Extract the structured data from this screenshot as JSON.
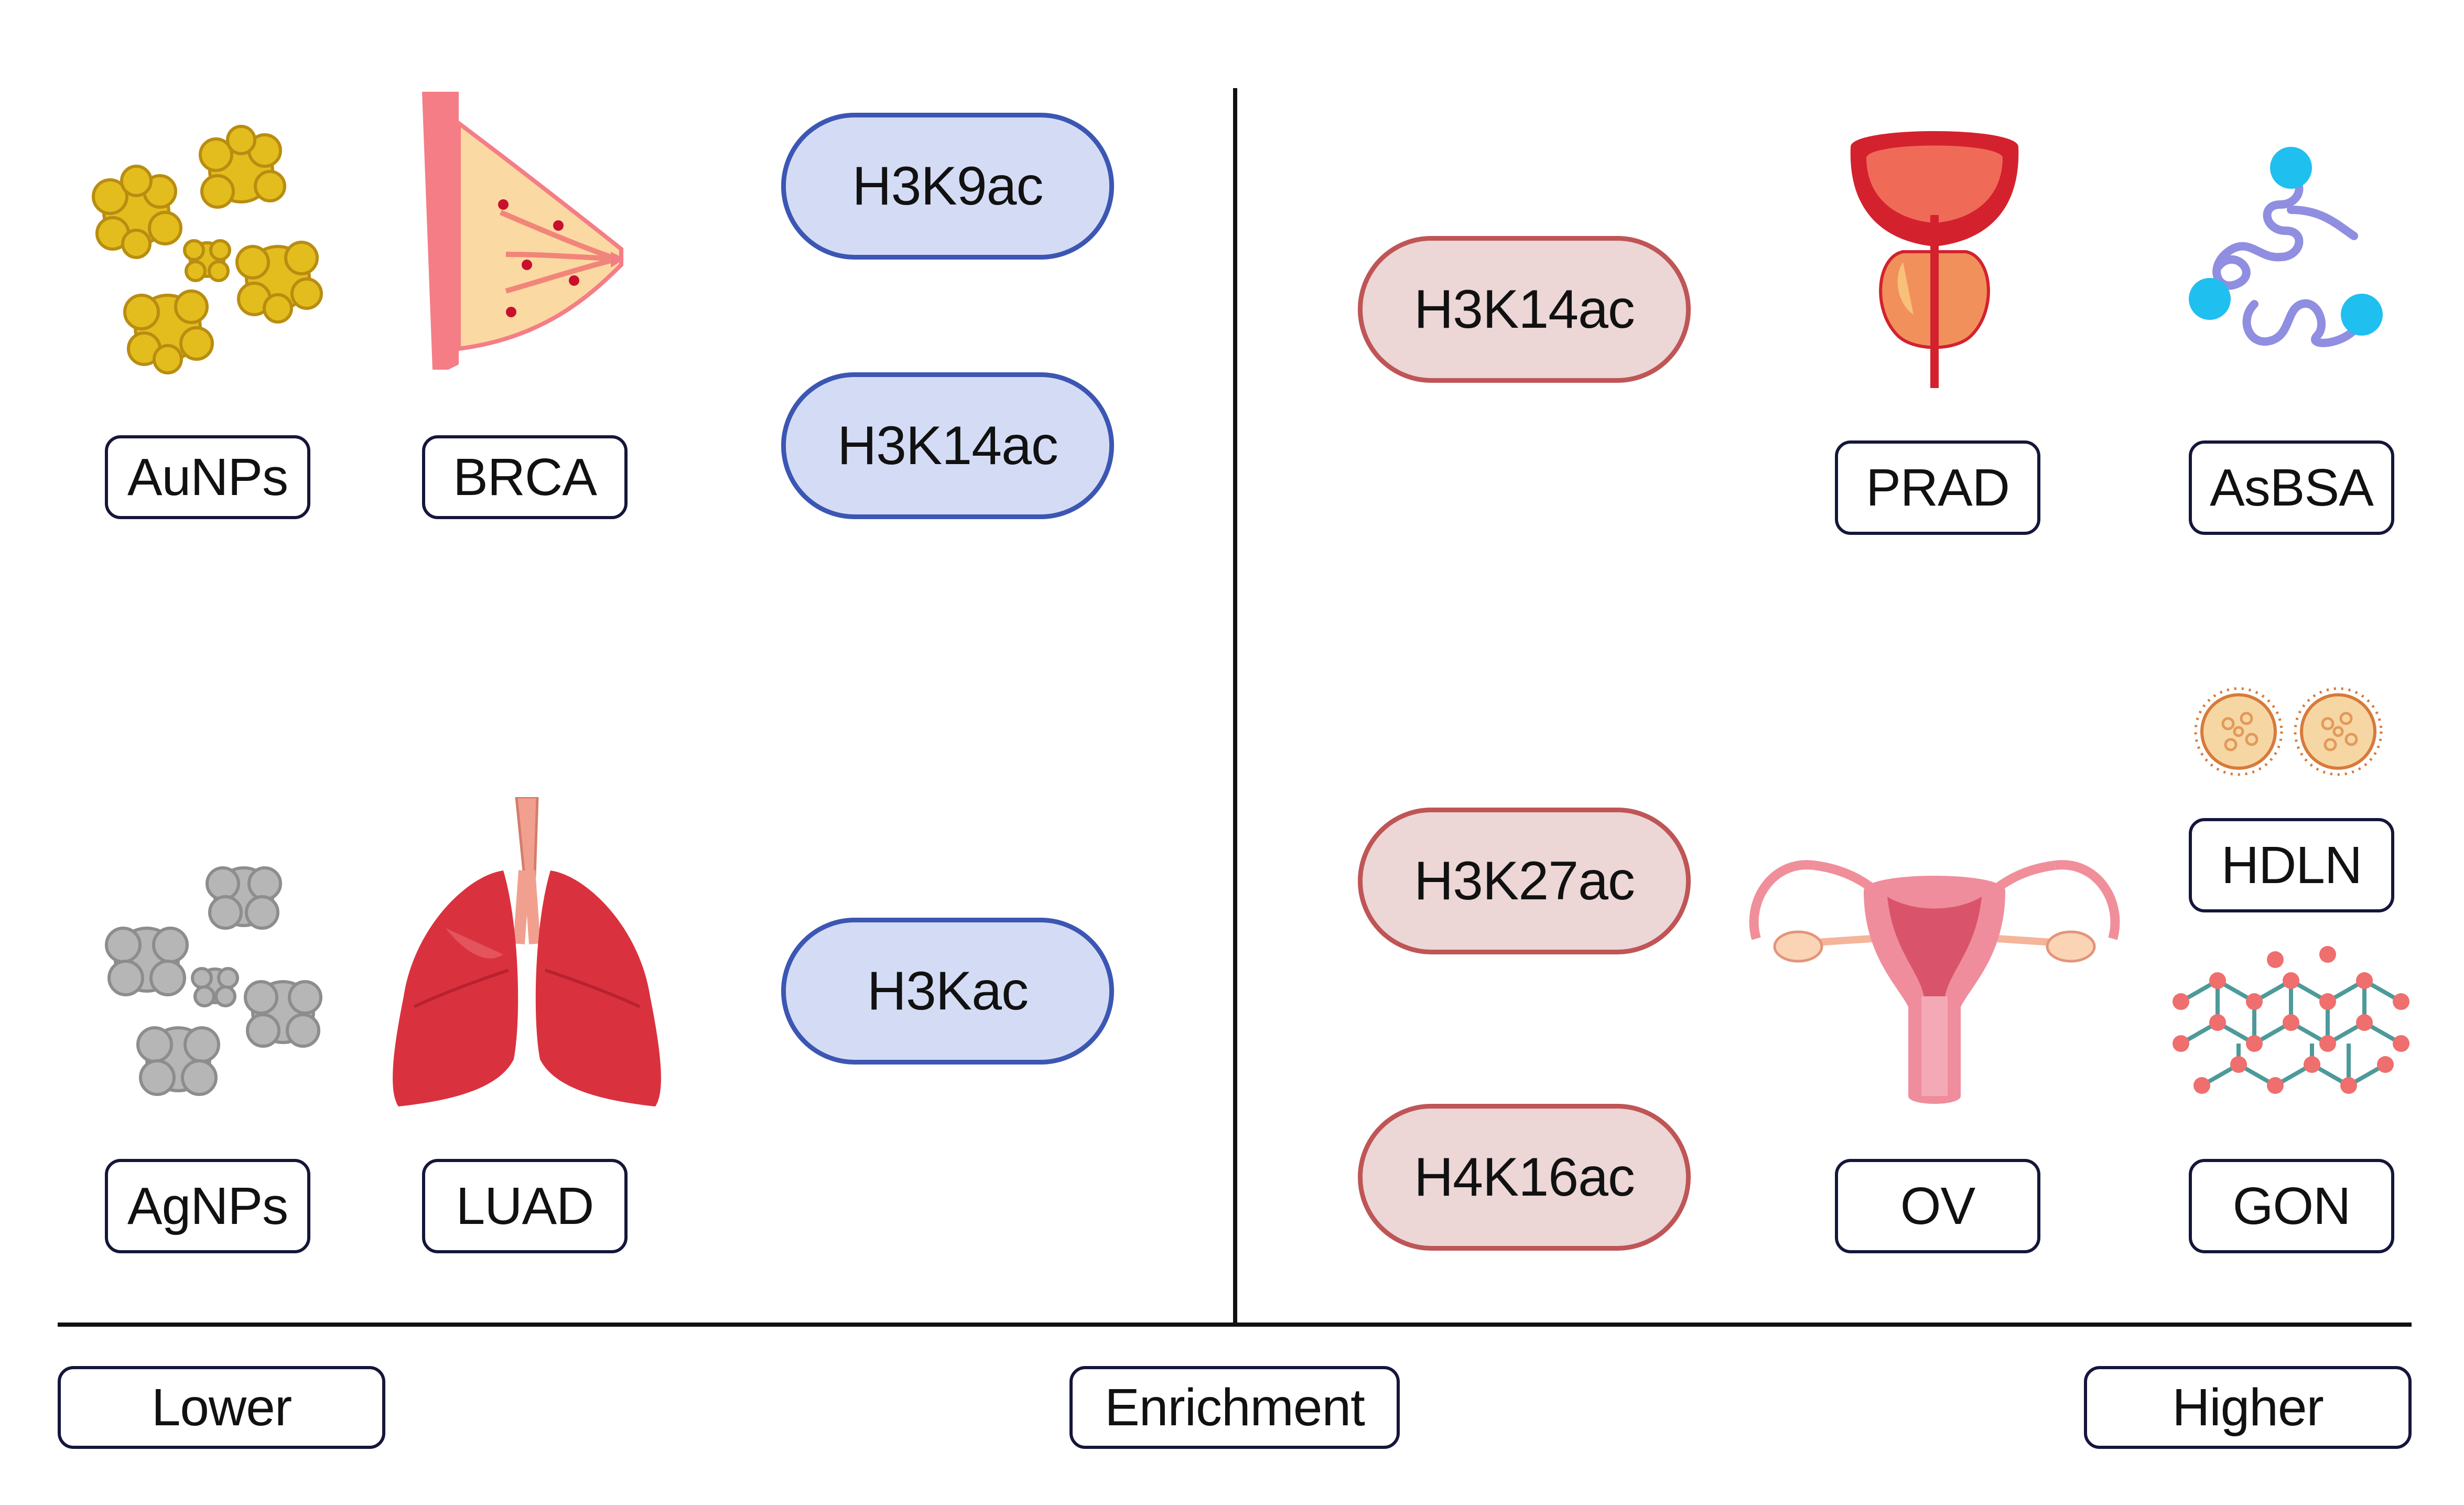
{
  "low_panel": {
    "modifications": [
      "H3K9ac",
      "H3K14ac",
      "H3Kac"
    ],
    "materials": [
      "AuNPs",
      "AgNPs"
    ],
    "cancers": [
      "BRCA",
      "LUAD"
    ]
  },
  "high_panel": {
    "modifications": [
      "H3K14ac",
      "H3K27ac",
      "H4K16ac"
    ],
    "cancers": [
      "PRAD",
      "OV"
    ],
    "materials": [
      "AsBSA",
      "HDLN",
      "GON"
    ]
  },
  "axis": {
    "low_label": "Lower",
    "title": "Enrichment",
    "high_label": "Higher"
  },
  "colors": {
    "low_pill_fill": "#d4dcf5",
    "low_pill_border": "#3c56b3",
    "high_pill_fill": "#ecd6d6",
    "high_pill_border": "#bf5556",
    "label_border": "#15163a"
  },
  "icons": {
    "gold": "gold-nanoparticles-icon",
    "silver": "silver-nanoparticles-icon",
    "breast": "breast-icon",
    "lung": "lung-icon",
    "prostate": "prostate-icon",
    "protein": "protein-chain-icon",
    "hdl": "lipoprotein-nanoparticle-icon",
    "graphene": "graphene-oxide-icon",
    "uterus": "uterus-ovary-icon"
  }
}
